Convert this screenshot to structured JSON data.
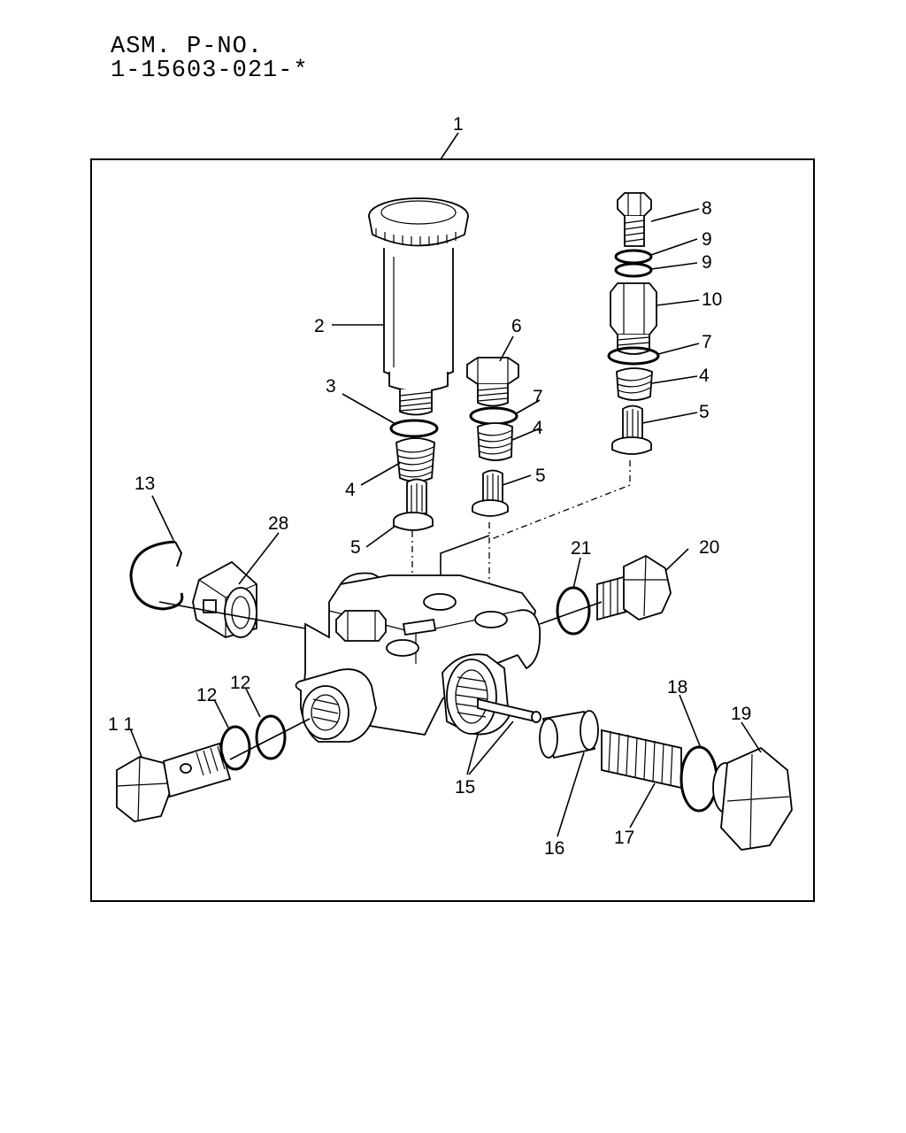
{
  "header": {
    "line1": "ASM. P-NO.",
    "line2": "1-15603-021-*"
  },
  "callouts": [
    {
      "id": "c1",
      "text": "1"
    },
    {
      "id": "c2",
      "text": "2"
    },
    {
      "id": "c3",
      "text": "3"
    },
    {
      "id": "c4a",
      "text": "4"
    },
    {
      "id": "c5a",
      "text": "5"
    },
    {
      "id": "c6",
      "text": "6"
    },
    {
      "id": "c7a",
      "text": "7"
    },
    {
      "id": "c4b",
      "text": "4"
    },
    {
      "id": "c5b",
      "text": "5"
    },
    {
      "id": "c8",
      "text": "8"
    },
    {
      "id": "c9a",
      "text": "9"
    },
    {
      "id": "c9b",
      "text": "9"
    },
    {
      "id": "c10",
      "text": "10"
    },
    {
      "id": "c7b",
      "text": "7"
    },
    {
      "id": "c4c",
      "text": "4"
    },
    {
      "id": "c5c",
      "text": "5"
    },
    {
      "id": "c13",
      "text": "13"
    },
    {
      "id": "c28",
      "text": "28"
    },
    {
      "id": "c21",
      "text": "21"
    },
    {
      "id": "c20",
      "text": "20"
    },
    {
      "id": "c11",
      "text": "1 1"
    },
    {
      "id": "c12a",
      "text": "12"
    },
    {
      "id": "c12b",
      "text": "12"
    },
    {
      "id": "c15",
      "text": "15"
    },
    {
      "id": "c16",
      "text": "16"
    },
    {
      "id": "c17",
      "text": "17"
    },
    {
      "id": "c18",
      "text": "18"
    },
    {
      "id": "c19",
      "text": "19"
    }
  ]
}
